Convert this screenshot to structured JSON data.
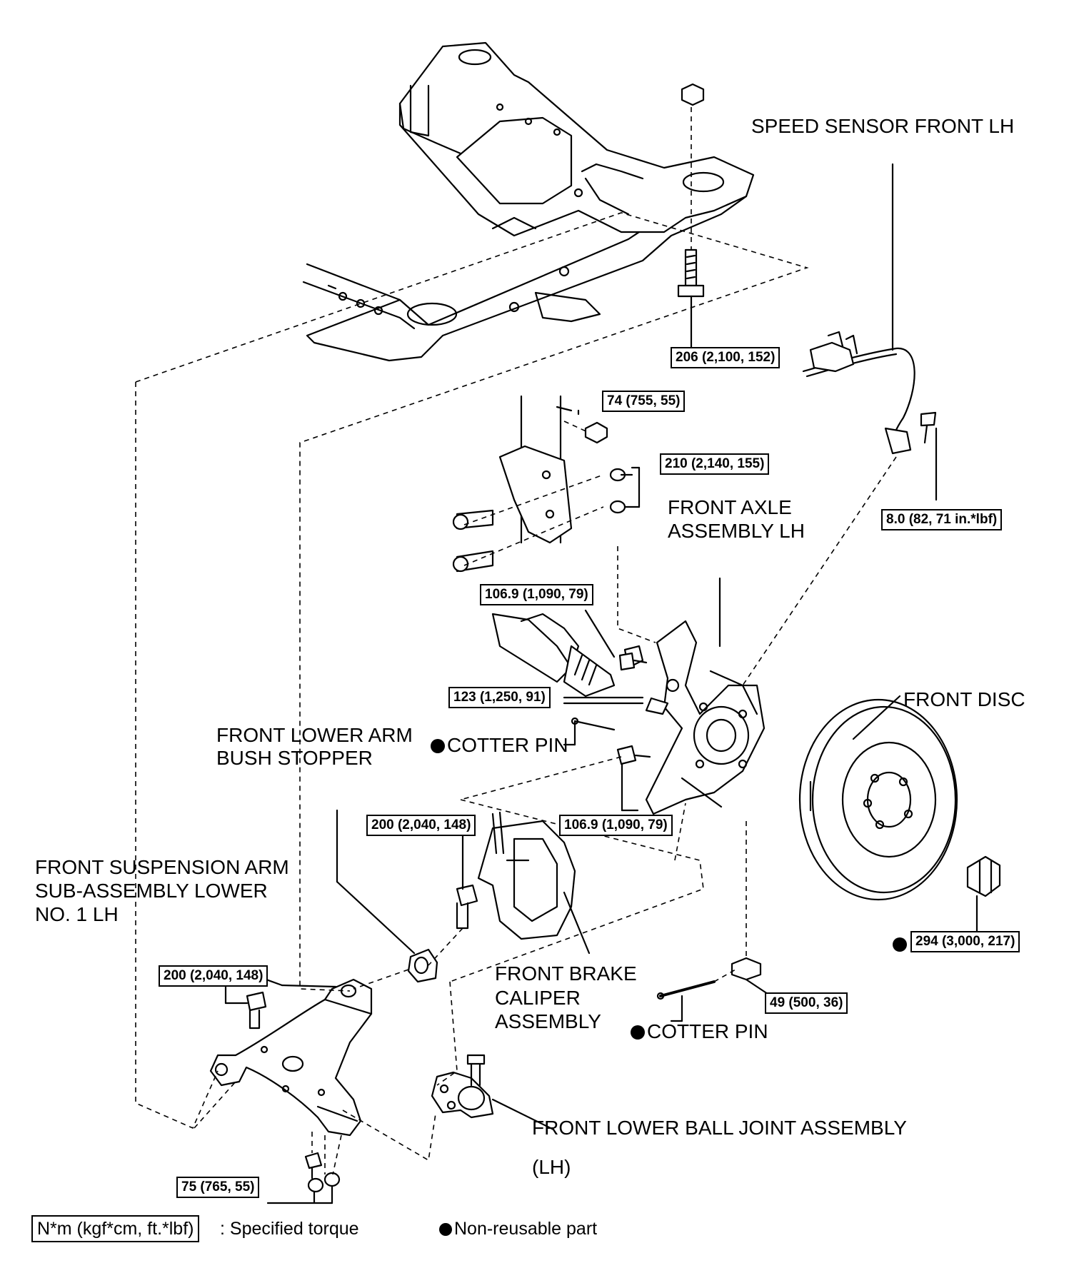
{
  "labels": {
    "speed_sensor": "SPEED SENSOR FRONT LH",
    "front_axle_1": "FRONT AXLE",
    "front_axle_2": "ASSEMBLY LH",
    "front_disc": "FRONT DISC",
    "bush_stopper_1": "FRONT LOWER ARM",
    "bush_stopper_2": "BUSH STOPPER",
    "susp_arm_1": "FRONT SUSPENSION ARM",
    "susp_arm_2": "SUB-ASSEMBLY LOWER",
    "susp_arm_3": "NO. 1 LH",
    "caliper_1": "FRONT BRAKE",
    "caliper_2": "CALIPER",
    "caliper_3": "ASSEMBLY",
    "cotter_pin_upper": "COTTER PIN",
    "cotter_pin_lower": "COTTER PIN",
    "ball_joint_1": "FRONT LOWER BALL JOINT ASSEMBLY",
    "ball_joint_2": "(LH)"
  },
  "torques": {
    "t206": "206 (2,100, 152)",
    "t74": "74 (755, 55)",
    "t210": "210 (2,140, 155)",
    "t8": "8.0 (82, 71 in.*lbf)",
    "t1069_upper": "106.9 (1,090, 79)",
    "t123": "123 (1,250, 91)",
    "t1069_lower": "106.9 (1,090, 79)",
    "t200_caliper": "200 (2,040, 148)",
    "t200_arm": "200 (2,040, 148)",
    "t294": "294 (3,000, 217)",
    "t49": "49 (500, 36)",
    "t75": "75 (765, 55)"
  },
  "legend": {
    "unit_box": "N*m (kgf*cm, ft.*lbf)",
    "unit_desc": ": Specified torque",
    "nonreusable": "Non-reusable part"
  }
}
